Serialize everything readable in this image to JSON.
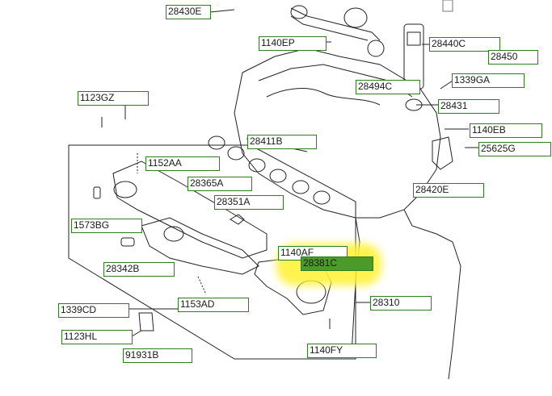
{
  "diagram": {
    "title": "",
    "highlight_color": "#fff23a",
    "label_border_color": "#2e7d1e",
    "highlighted_label_fill": "#4c9a2a",
    "highlighted_part": "28381C",
    "labels": [
      {
        "id": "28430E"
      },
      {
        "id": "1140EP"
      },
      {
        "id": "28440C"
      },
      {
        "id": "28450"
      },
      {
        "id": "28494C"
      },
      {
        "id": "1339GA"
      },
      {
        "id": "28431"
      },
      {
        "id": "1123GZ"
      },
      {
        "id": "1140EB"
      },
      {
        "id": "25625G"
      },
      {
        "id": "28411B"
      },
      {
        "id": "1152AA"
      },
      {
        "id": "28365A"
      },
      {
        "id": "28351A"
      },
      {
        "id": "28420E"
      },
      {
        "id": "1573BG"
      },
      {
        "id": "28342B"
      },
      {
        "id": "1140AF"
      },
      {
        "id": "28381C"
      },
      {
        "id": "28310"
      },
      {
        "id": "1339CD"
      },
      {
        "id": "1153AD"
      },
      {
        "id": "1123HL"
      },
      {
        "id": "91931B"
      },
      {
        "id": "1140FY"
      }
    ]
  }
}
